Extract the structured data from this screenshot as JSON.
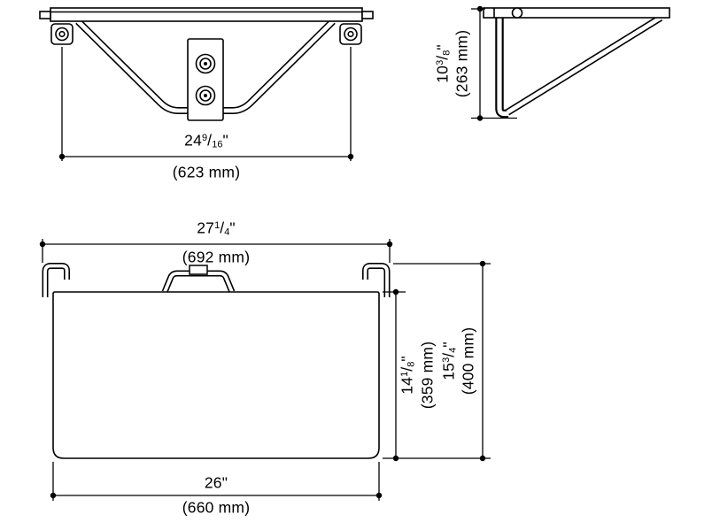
{
  "drawing": {
    "background": "#ffffff",
    "line_color": "#000000",
    "fraction_slash": "/",
    "dimensions": {
      "rail_width": {
        "whole": "24",
        "num": "9",
        "den": "16",
        "unit": "\"",
        "metric": "(623 mm)"
      },
      "side_height": {
        "whole": "10",
        "num": "3",
        "den": "8",
        "unit": "\"",
        "metric": "(263 mm)"
      },
      "overall_width": {
        "whole": "27",
        "num": "1",
        "den": "4",
        "unit": "\"",
        "metric": "(692 mm)"
      },
      "seat_depth": {
        "whole": "14",
        "num": "1",
        "den": "8",
        "unit": "\"",
        "metric": "(359 mm)"
      },
      "overall_depth": {
        "whole": "15",
        "num": "3",
        "den": "4",
        "unit": "\"",
        "metric": "(400 mm)"
      },
      "seat_width": {
        "whole": "26",
        "unit": "\"",
        "metric": "(660 mm)"
      }
    }
  }
}
